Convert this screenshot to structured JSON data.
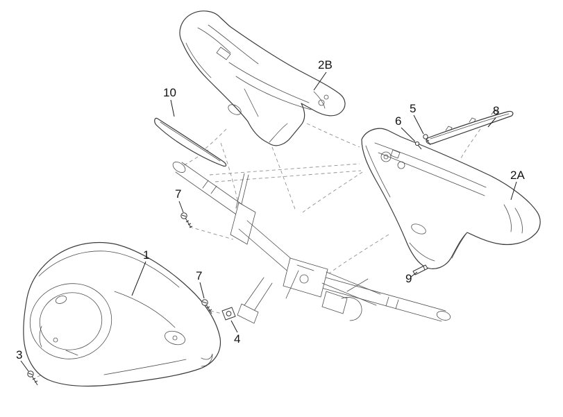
{
  "diagram": {
    "kind": "exploded-parts-line-drawing",
    "background_color": "#ffffff",
    "line_color": "#3a3a3a",
    "dashed_line_color": "#8f8f8f",
    "label_color": "#111111",
    "labels": [
      {
        "text": "2B"
      },
      {
        "text": "10"
      },
      {
        "text": "5"
      },
      {
        "text": "6"
      },
      {
        "text": "8"
      },
      {
        "text": "2A"
      },
      {
        "text": "7"
      },
      {
        "text": "1"
      },
      {
        "text": "7"
      },
      {
        "text": "9"
      },
      {
        "text": "4"
      },
      {
        "text": "3"
      }
    ]
  }
}
